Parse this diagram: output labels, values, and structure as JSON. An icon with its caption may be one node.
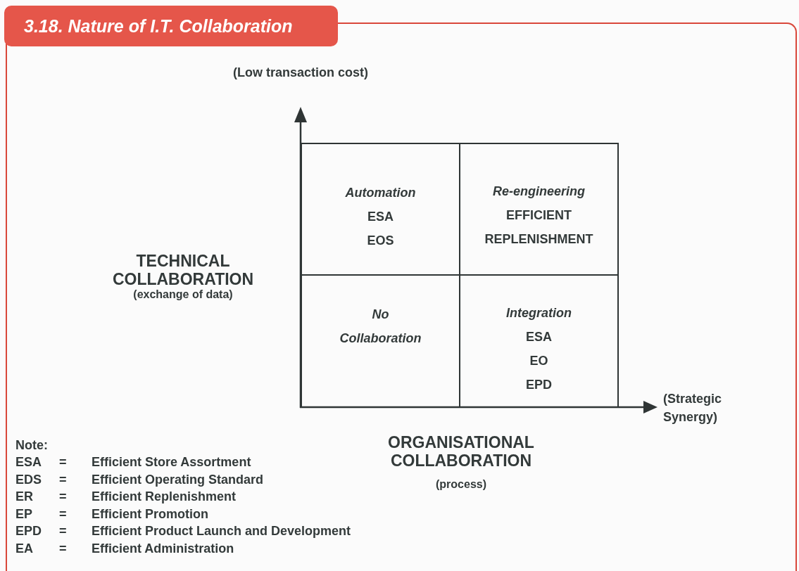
{
  "diagram": {
    "title": "3.18. Nature of I.T. Collaboration",
    "nodes": [
      {
        "text": [
          "Automation",
          "ESA",
          "EOS"
        ]
      },
      {
        "text": [
          "Re-engineering",
          "EFFICIENT",
          "REPLENISHMENT"
        ]
      },
      {
        "text": [
          "No Collaboration"
        ]
      },
      {
        "text": [
          "Integration",
          "ESA",
          "EO",
          "EPD"
        ]
      }
    ],
    "labels": [
      "(Low transaction cost)",
      "TECHNICAL COLLABORATION",
      "(exchange of data)",
      "(Strategic Synergy)",
      "ORGANISATIONAL COLLABORATION",
      "(process)",
      "Note:",
      "ESA",
      "=",
      "Efficient Store Assortment",
      "EDS",
      "=",
      "Efficient Operating Standard",
      "ER",
      "=",
      "Efficient Replenishment",
      "EP",
      "=",
      "Efficient Promotion",
      "EPD",
      "=",
      "Efficient Product Launch and Development",
      "EA",
      "=",
      "Efficient Administration"
    ]
  }
}
